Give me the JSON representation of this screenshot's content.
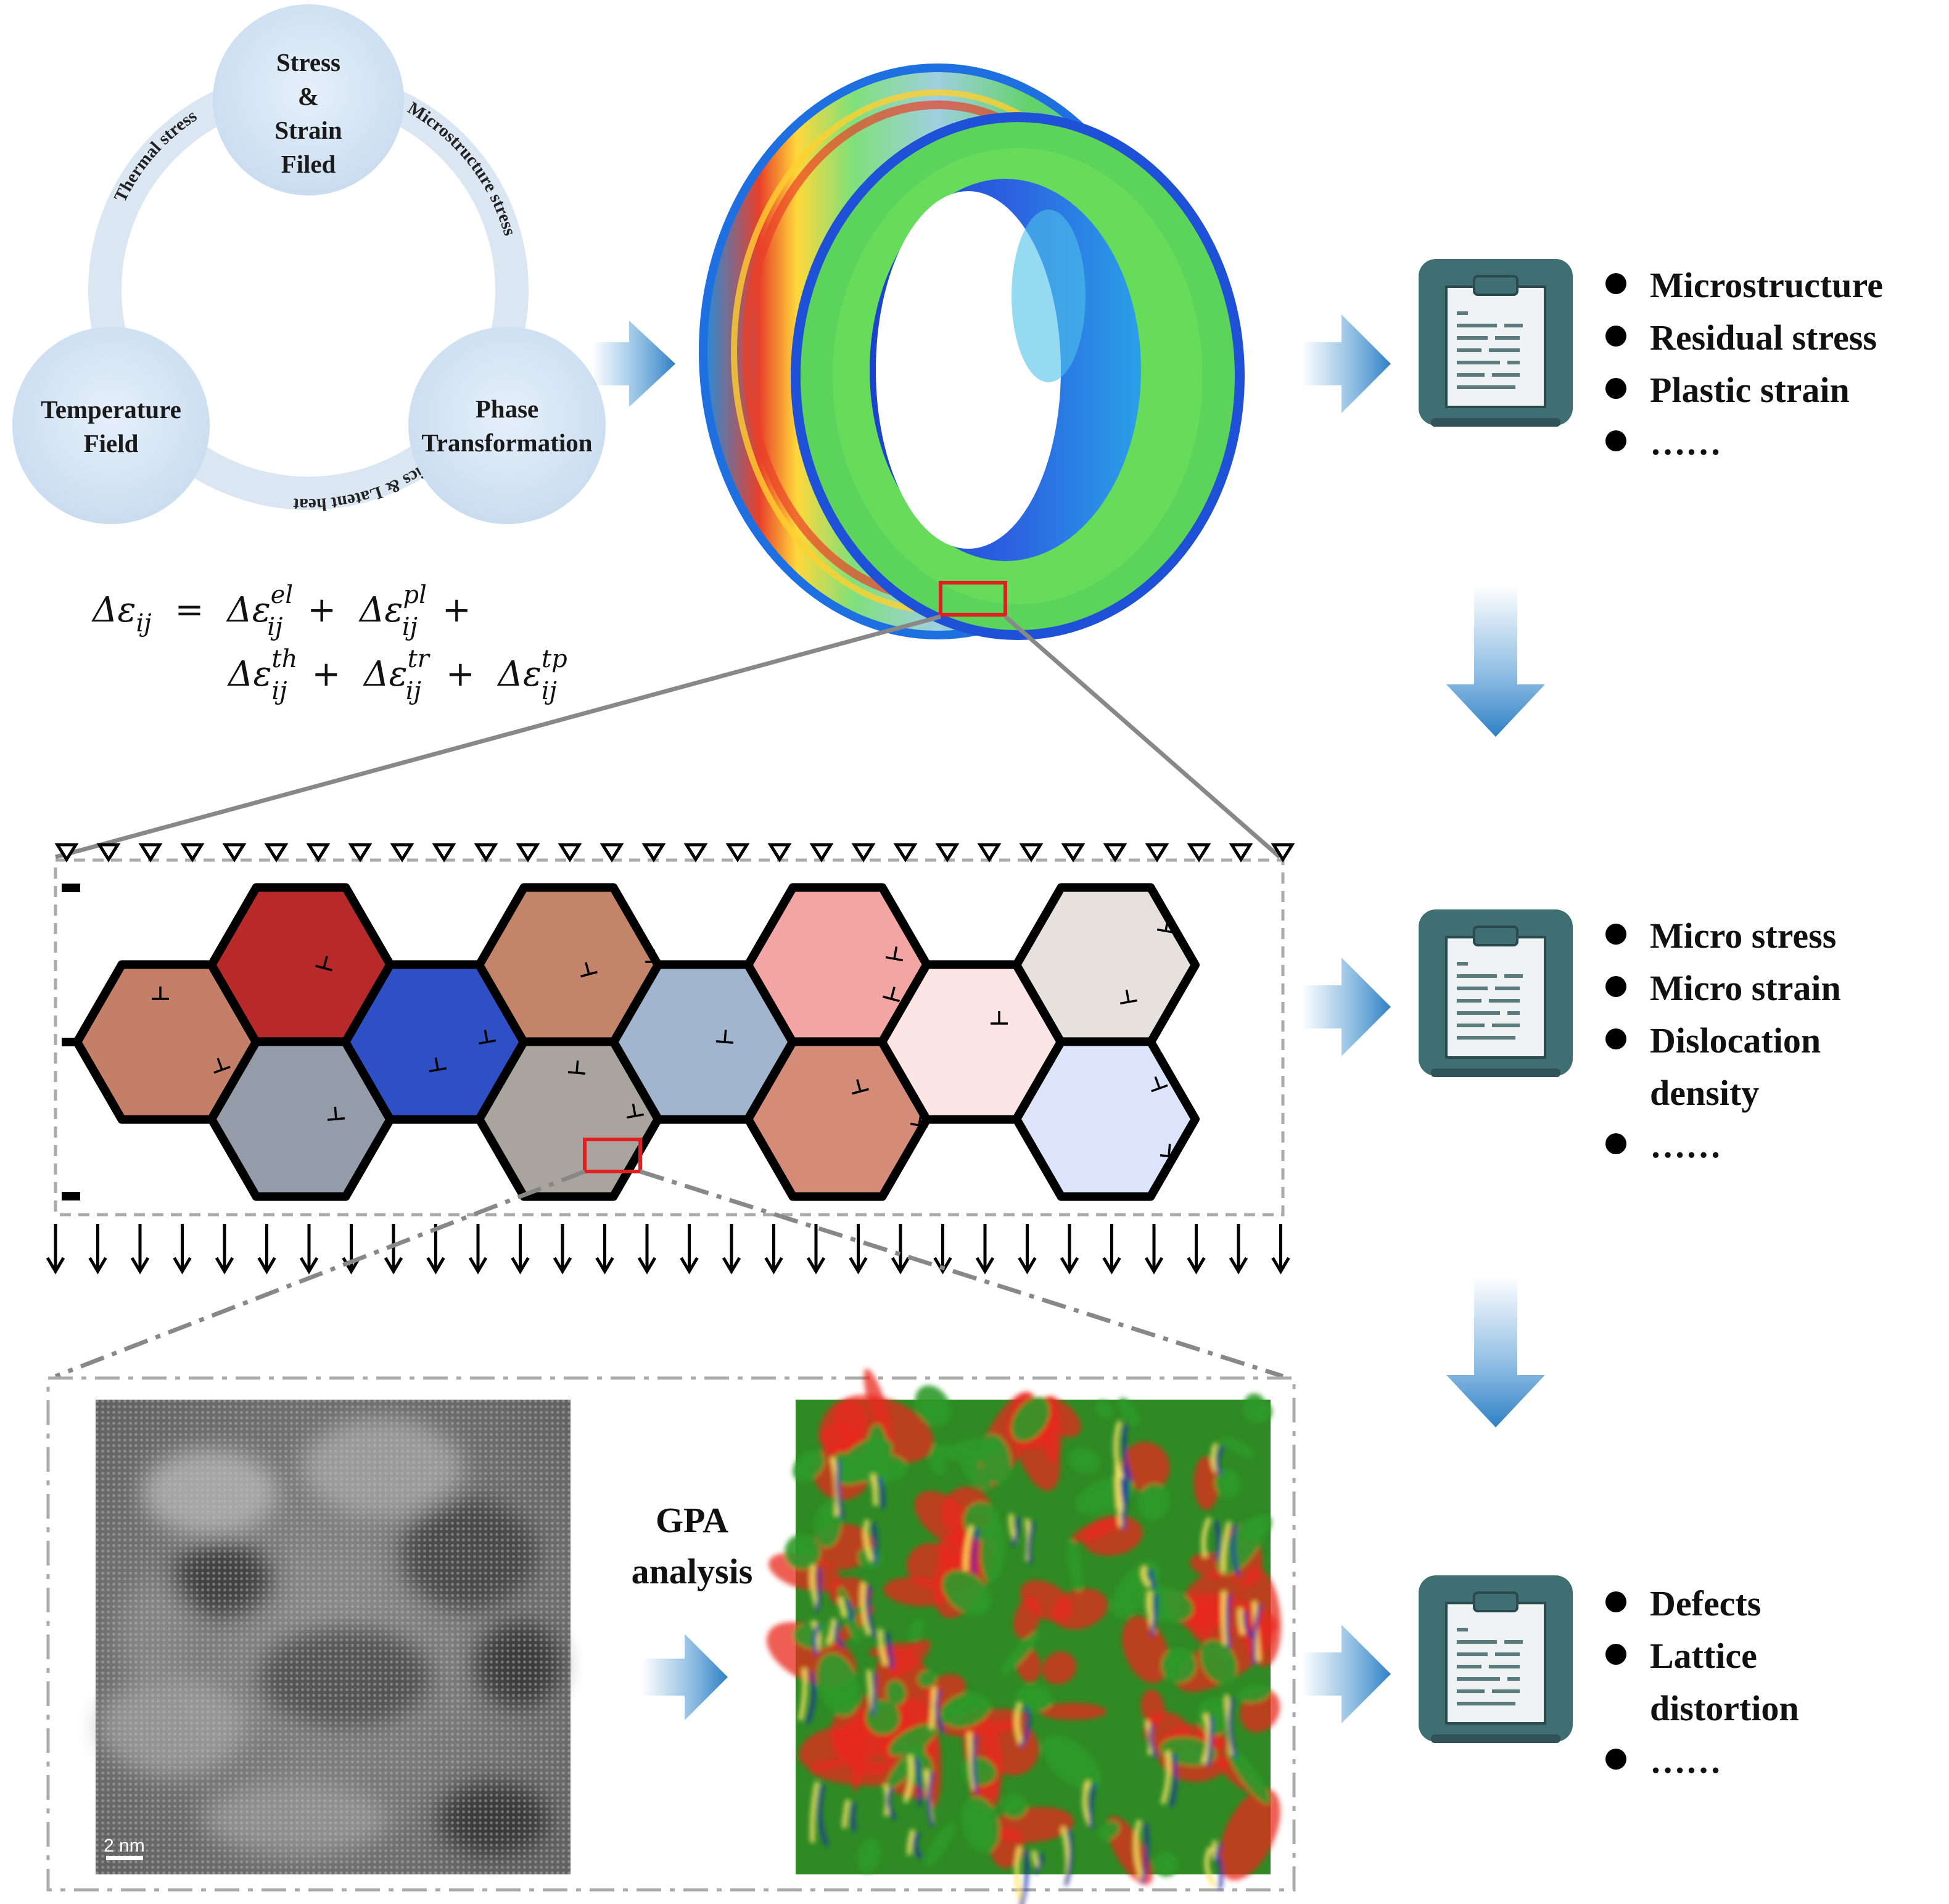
{
  "cycle": {
    "nodes": {
      "stress": [
        "Stress",
        "&",
        "Strain",
        "Filed"
      ],
      "temperature": [
        "Temperature",
        "Field"
      ],
      "phase": [
        "Phase",
        "Transformation"
      ]
    },
    "arcs": {
      "left": "Thermal stress",
      "right": "Microstructure stress",
      "bottom": "Dynamics & Latent heat"
    }
  },
  "equation": {
    "line1": {
      "lhs": "Δε",
      "lhs_sub": "ij",
      "eq": "=",
      "t1": "Δε",
      "t1_sup": "el",
      "t1_sub": "ij",
      "plus1": "+",
      "t2": "Δε",
      "t2_sup": "pl",
      "t2_sub": "ij",
      "plus2": "+"
    },
    "line2": {
      "t3": "Δε",
      "t3_sup": "th",
      "t3_sub": "ij",
      "plus3": "+",
      "t4": "Δε",
      "t4_sup": "tr",
      "t4_sub": "ij",
      "plus4": "+",
      "t5": "Δε",
      "t5_sup": "tp",
      "t5_sub": "ij"
    }
  },
  "lists": {
    "macro": [
      "Microstructure",
      "Residual stress",
      "Plastic strain",
      "……"
    ],
    "micro": [
      "Micro stress",
      "Micro strain",
      "Dislocation",
      "density",
      "……"
    ],
    "nano": [
      "Defects",
      "Lattice",
      "distortion",
      "……"
    ]
  },
  "gpa": [
    "GPA",
    "analysis"
  ],
  "tem": {
    "scale_bar": "2 nm"
  },
  "icons": [
    "clipboard-icon",
    "arrow-icon",
    "dislocation-symbol-icon",
    "bearing-ring-icon"
  ],
  "colors": {
    "arrow": "#3f8fcf",
    "cycle_ring": "#dbe6f3",
    "node_fill": "#d7e6f5",
    "icon_bg": "#3f6e73",
    "highlight": "#e02020",
    "grain_border": "#000000"
  }
}
